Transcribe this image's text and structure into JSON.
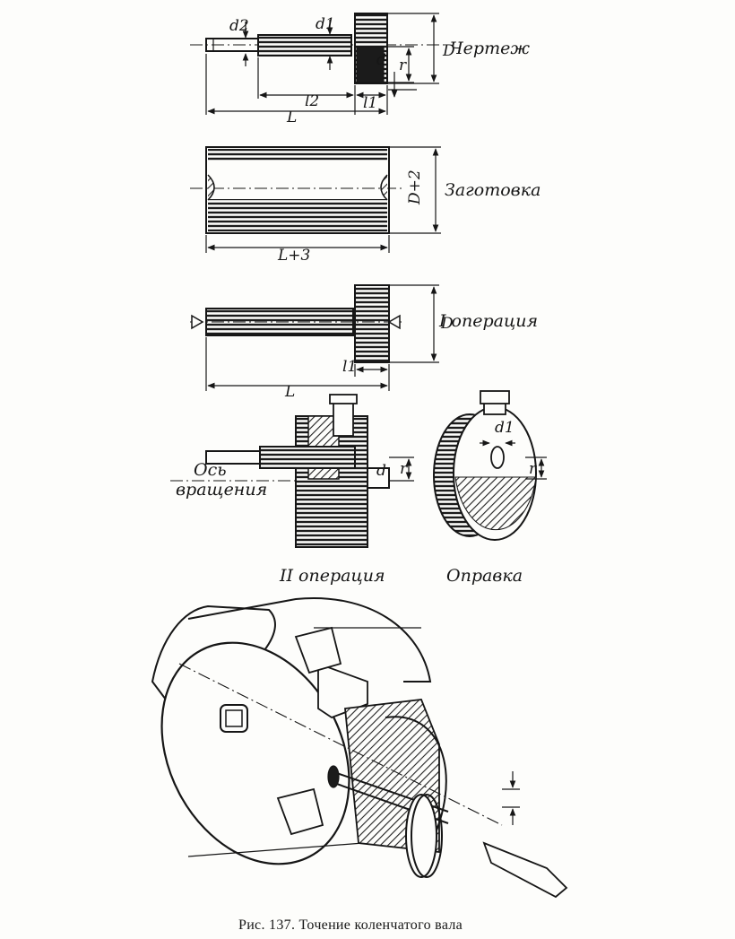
{
  "labels": {
    "drawing": "Чертеж",
    "blank": "Заготовка",
    "op1": "I операция",
    "op2": "II операция",
    "axis": "Ось вращения",
    "axis_line1": "Ось",
    "axis_line2": "вращения",
    "mandrel": "Оправка"
  },
  "dims": {
    "L": "L",
    "l1": "l1",
    "l2": "l2",
    "d": "d",
    "d1": "d1",
    "d2": "d2",
    "D": "D",
    "r": "r",
    "D_plus_2": "D+2",
    "L_plus_3": "L+3"
  },
  "caption": "Рис. 137. Точение коленчатого вала"
}
